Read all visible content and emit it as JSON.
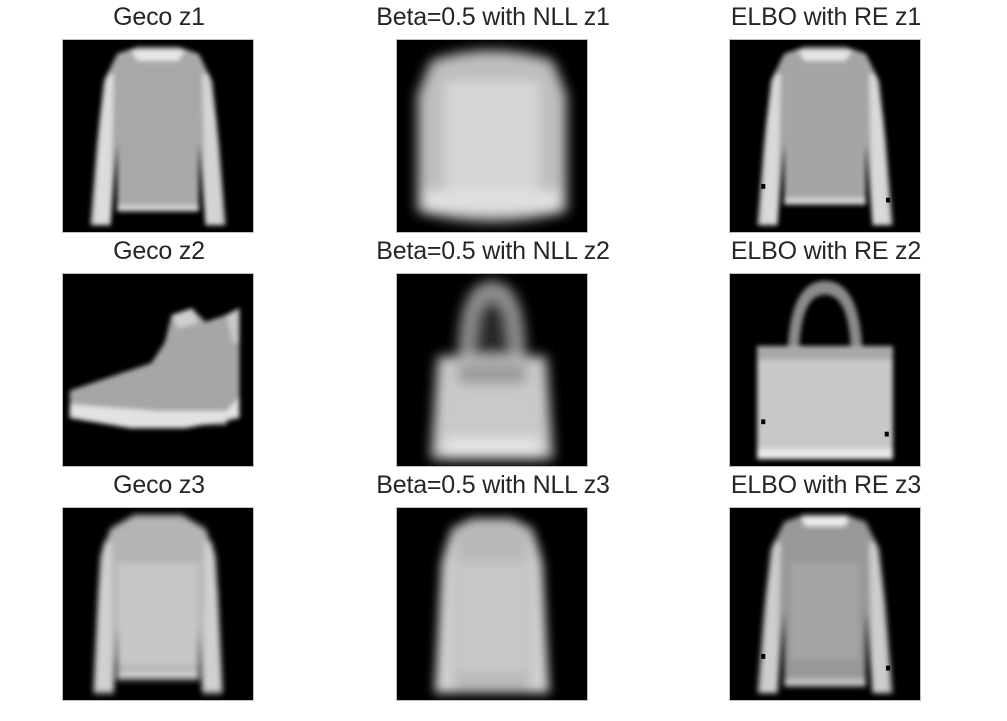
{
  "figure": {
    "rows": [
      {
        "panels": [
          {
            "title": "Geco z1",
            "image": "sweater"
          },
          {
            "title": "Beta=0.5 with NLL z1",
            "image": "blurry-sweater"
          },
          {
            "title": "ELBO with RE z1",
            "image": "sweater"
          }
        ]
      },
      {
        "panels": [
          {
            "title": "Geco z2",
            "image": "ankle-boot"
          },
          {
            "title": "Beta=0.5 with NLL z2",
            "image": "blurry-bag"
          },
          {
            "title": "ELBO with RE z2",
            "image": "bag"
          }
        ]
      },
      {
        "panels": [
          {
            "title": "Geco z3",
            "image": "sweater"
          },
          {
            "title": "Beta=0.5 with NLL z3",
            "image": "blurry-sweater"
          },
          {
            "title": "ELBO with RE z3",
            "image": "sweater"
          }
        ]
      }
    ]
  }
}
